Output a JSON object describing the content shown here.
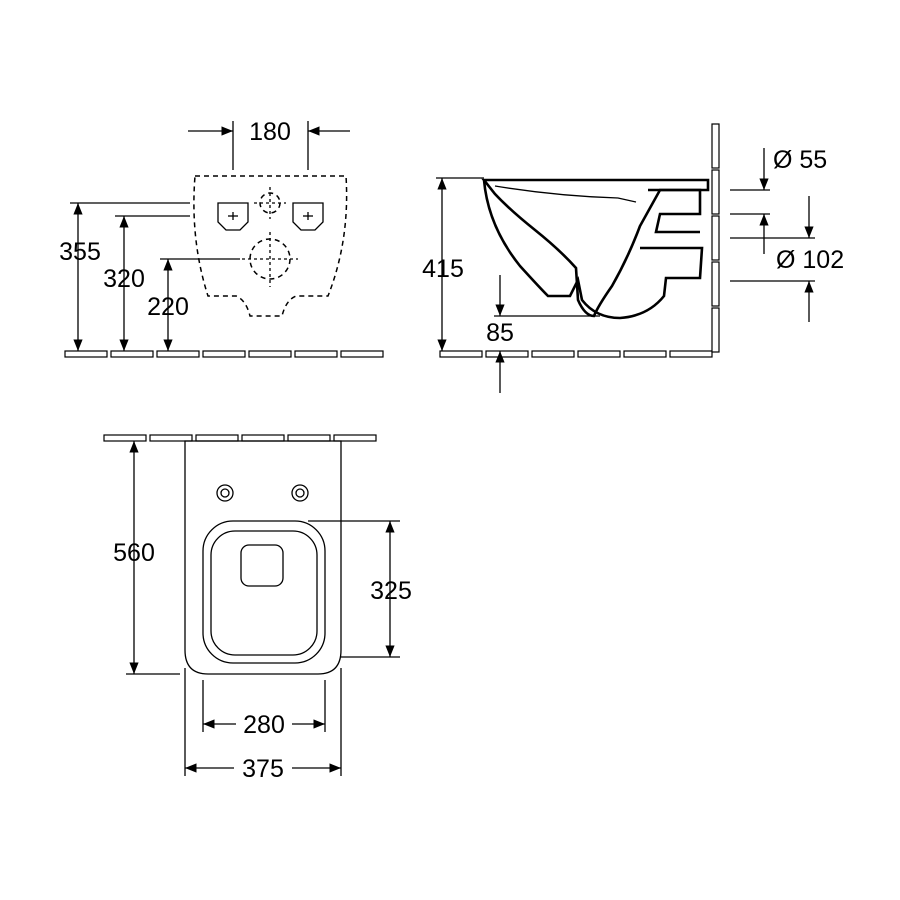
{
  "drawing": {
    "front_view": {
      "dim_width_fixings": "180",
      "dim_height_outlet": "355",
      "dim_height_fixings": "320",
      "dim_height_lower_fixing": "220"
    },
    "side_view": {
      "dim_total_height": "415",
      "dim_floor_clearance": "85",
      "dim_inlet_diameter": "Ø 55",
      "dim_outlet_diameter": "Ø 102"
    },
    "top_view": {
      "dim_depth": "560",
      "dim_seat_depth": "325",
      "dim_seat_width": "280",
      "dim_total_width": "375"
    }
  }
}
